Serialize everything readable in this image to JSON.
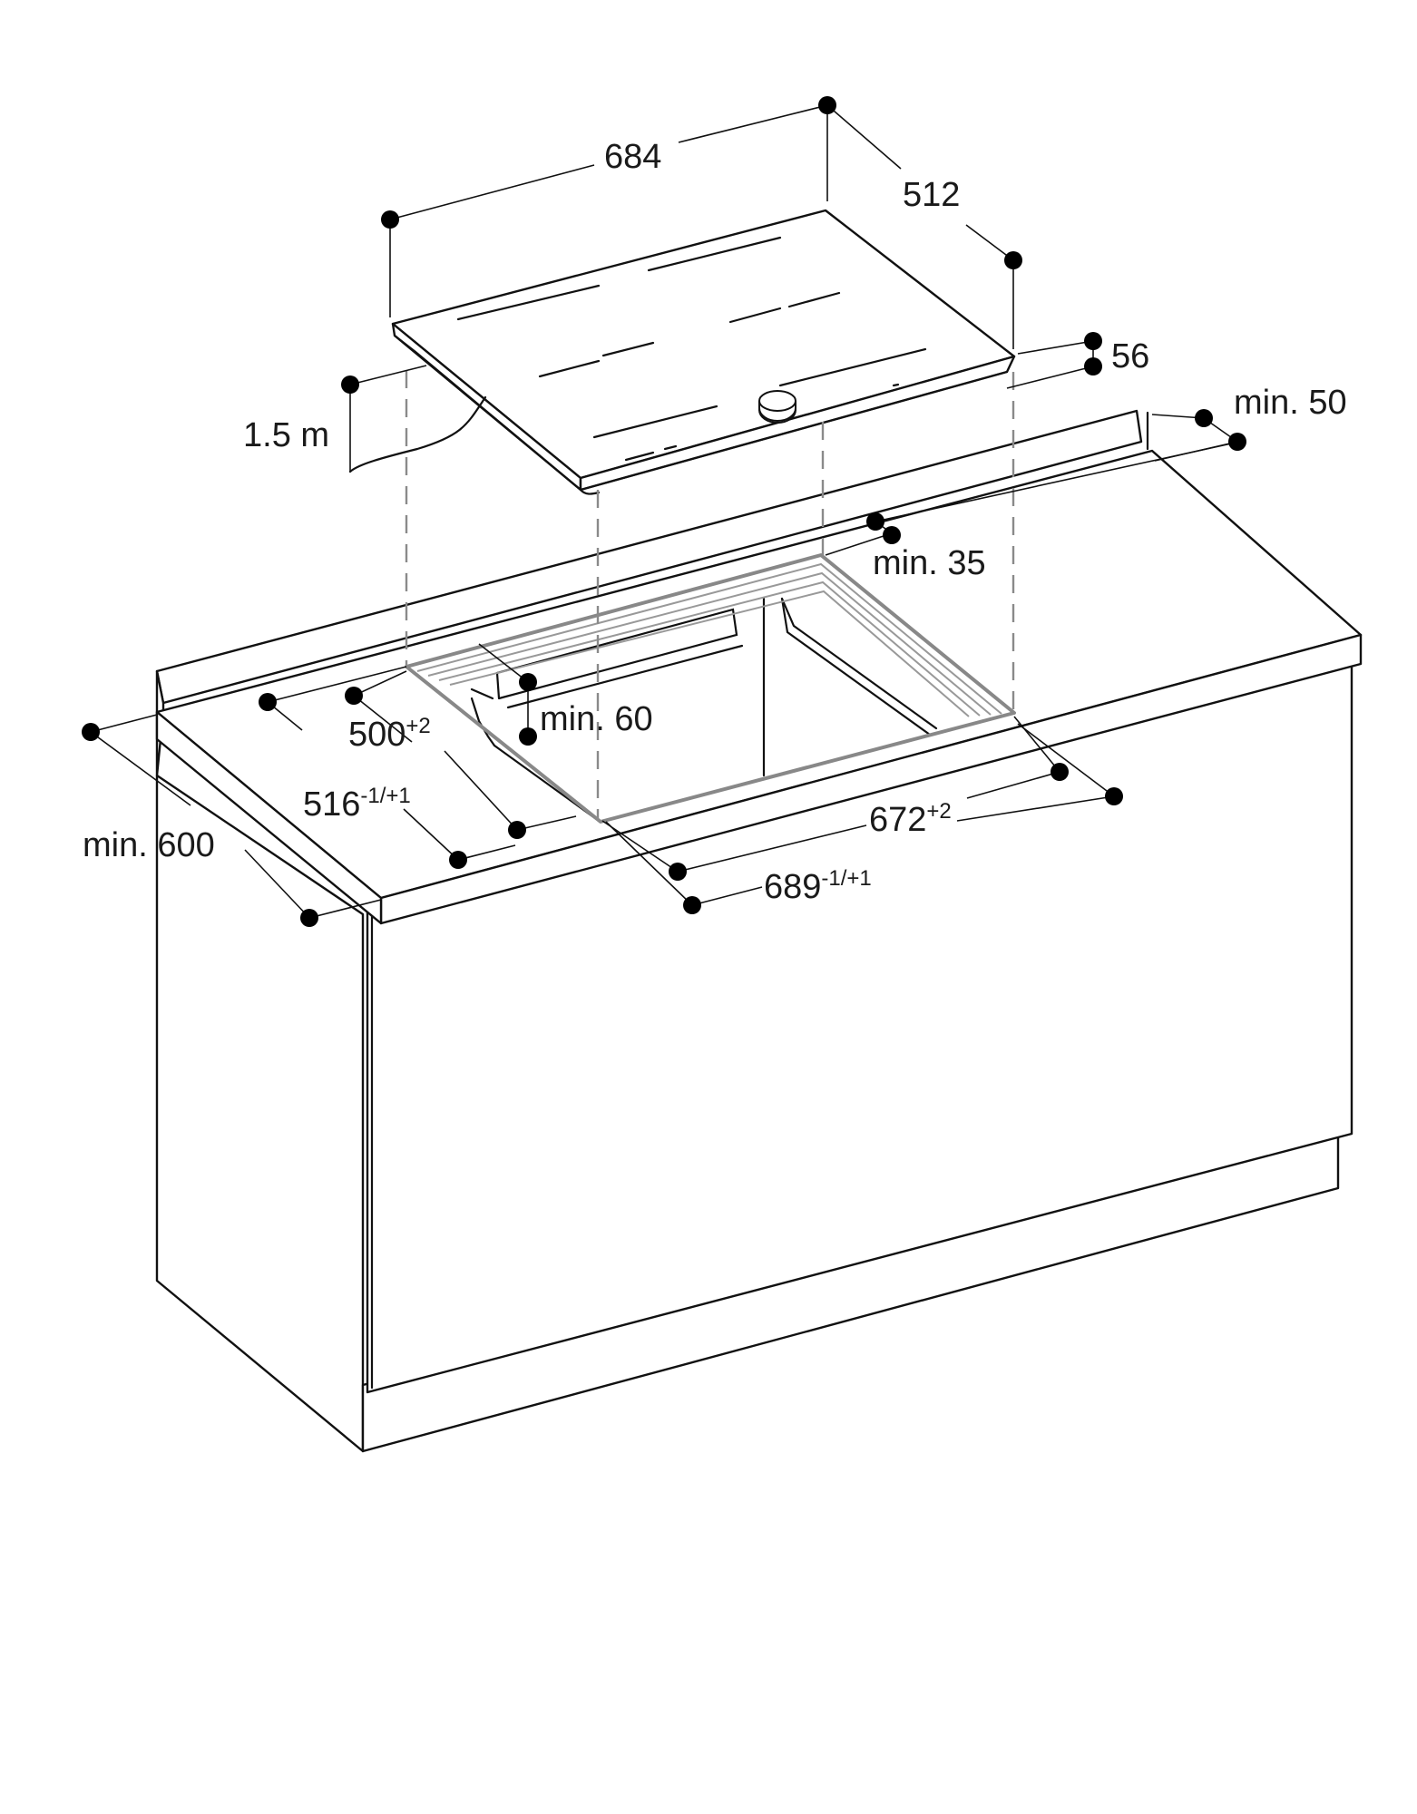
{
  "dimensions": {
    "hob_width": {
      "text": "684"
    },
    "hob_depth": {
      "text": "512"
    },
    "hob_height": {
      "text": "56"
    },
    "cable_length": {
      "text": "1.5 m"
    },
    "rear_clearance": {
      "text": "min. 50"
    },
    "front_edge_clearance": {
      "text": "min. 35"
    },
    "side_clearance": {
      "text": "min. 60"
    },
    "cutout_depth": {
      "text": "500",
      "sup": "+2"
    },
    "outer_depth": {
      "text": "516",
      "sup": "-1/+1"
    },
    "cutout_width": {
      "text": "672",
      "sup": "+2"
    },
    "outer_width": {
      "text": "689",
      "sup": "-1/+1"
    },
    "worktop_depth": {
      "text": "min. 600"
    }
  },
  "colors": {
    "outline": "#111111",
    "cutout": "#888888",
    "guide_dash": "#8a8a8a",
    "background": "#ffffff"
  }
}
